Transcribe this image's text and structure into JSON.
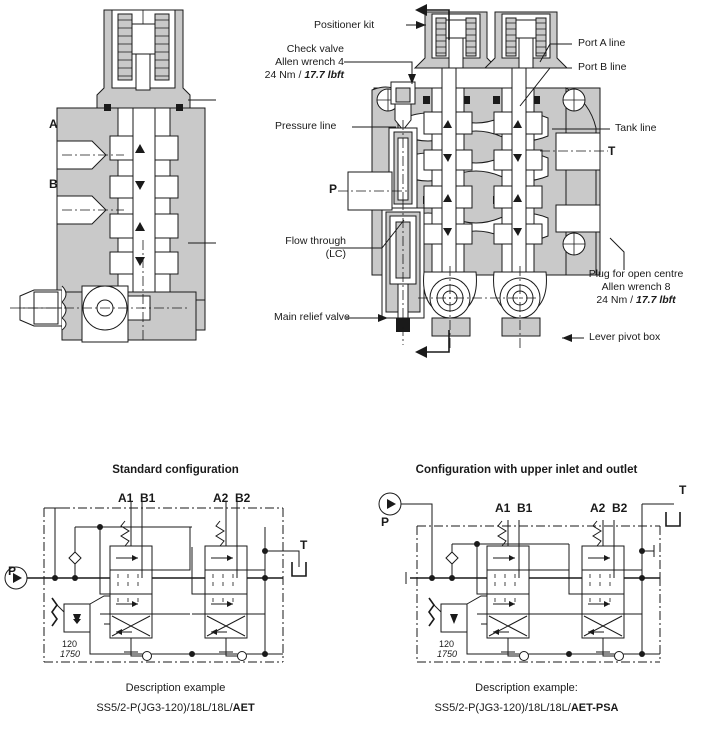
{
  "figure": {
    "type": "hydraulic-valve-technical-drawing",
    "colors": {
      "section_fill": "#c9c9c9",
      "section_fill_dark": "#b0b0b0",
      "line": "#1a1a1a",
      "background": "#ffffff"
    }
  },
  "cross_section": {
    "left_view": {
      "port_labels": [
        {
          "name": "A",
          "text": "A"
        },
        {
          "name": "B",
          "text": "B"
        }
      ]
    },
    "main_view": {
      "callouts": [
        {
          "name": "positioner-kit",
          "text": "Positioner kit"
        },
        {
          "name": "check-valve",
          "lines": [
            "Check valve",
            "Allen wrench 4",
            "24 Nm / ",
            "17.7 lbft"
          ],
          "line1": "Check valve",
          "line2": "Allen wrench 4",
          "line3_plain": "24 Nm / ",
          "line3_ital": "17.7 lbft"
        },
        {
          "name": "pressure-line",
          "text": "Pressure line"
        },
        {
          "name": "flow-through",
          "line1": "Flow through",
          "line2": "(LC)"
        },
        {
          "name": "main-relief-valve",
          "text": "Main relief valve"
        },
        {
          "name": "port-a-line",
          "text": "Port A line"
        },
        {
          "name": "port-b-line",
          "text": "Port B line"
        },
        {
          "name": "tank-line",
          "text": "Tank line"
        },
        {
          "name": "plug-open-centre",
          "line1": "Plug for open centre",
          "line2": "Allen wrench 8",
          "line3_plain": "24 Nm / ",
          "line3_ital": "17.7 lbft"
        },
        {
          "name": "lever-pivot-box",
          "text": "Lever pivot box"
        }
      ],
      "port_labels": [
        {
          "name": "P",
          "text": "P"
        },
        {
          "name": "T",
          "text": "T"
        }
      ]
    }
  },
  "schematics": [
    {
      "id": "standard",
      "title": "Standard configuration",
      "inlet_label": "P",
      "outlet_label": "T",
      "section_labels": [
        "A1",
        "B1",
        "A2",
        "B2"
      ],
      "relief_setting": {
        "bar": "120",
        "psi": "1750"
      },
      "description_caption": "Description example",
      "description_code_plain": "SS5/2-P(JG3-120)/18L/18L/",
      "description_code_bold": "AET"
    },
    {
      "id": "upper-inlet-outlet",
      "title": "Configuration with upper inlet and outlet",
      "inlet_label": "P",
      "outlet_label": "T",
      "section_labels": [
        "A1",
        "B1",
        "A2",
        "B2"
      ],
      "relief_setting": {
        "bar": "120",
        "psi": "1750"
      },
      "description_caption": "Description example:",
      "description_code_plain": "SS5/2-P(JG3-120)/18L/18L/",
      "description_code_bold": "AET-PSA"
    }
  ]
}
